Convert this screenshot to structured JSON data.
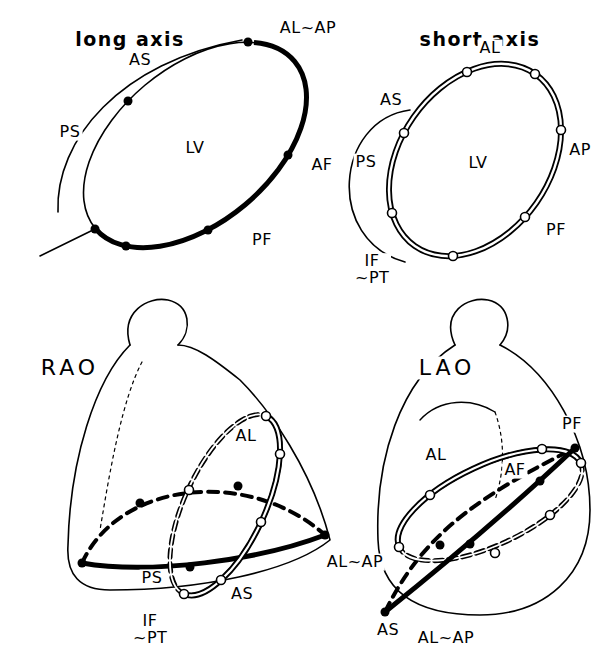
{
  "diagram": {
    "labels": [
      "long axis",
      "short axis",
      "AS",
      "AL~AP",
      "PS",
      "LV",
      "AF",
      "PF",
      "AS",
      "AL",
      "LV",
      "AP",
      "PS",
      "PF",
      "IF ~PT",
      "RAO",
      "AL",
      "AL~AP",
      "PS",
      "AS",
      "IF ~PT",
      "LAO",
      "AL",
      "PF",
      "AF",
      "AS",
      "AL~AP"
    ]
  }
}
